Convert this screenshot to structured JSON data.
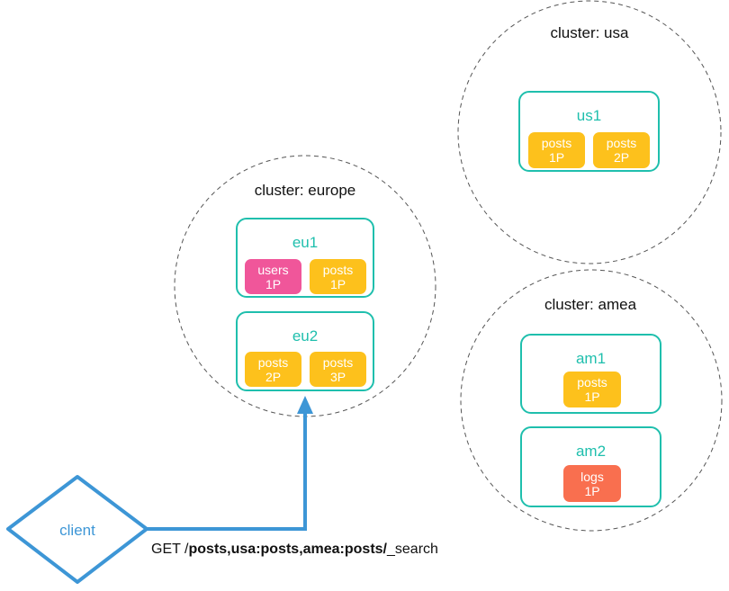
{
  "colors": {
    "node_border": "#1fbfad",
    "node_title": "#1fbfad",
    "shard_posts": "#fdc11c",
    "shard_users": "#f0569a",
    "shard_logs": "#f96f4f",
    "arrow": "#3d96d6",
    "cluster_border": "#555555"
  },
  "clusters": [
    {
      "label": "cluster: europe",
      "nodes": [
        {
          "name": "eu1",
          "shards": [
            {
              "index": "users",
              "shard": "1P",
              "color": "#f0569a"
            },
            {
              "index": "posts",
              "shard": "1P",
              "color": "#fdc11c"
            }
          ]
        },
        {
          "name": "eu2",
          "shards": [
            {
              "index": "posts",
              "shard": "2P",
              "color": "#fdc11c"
            },
            {
              "index": "posts",
              "shard": "3P",
              "color": "#fdc11c"
            }
          ]
        }
      ]
    },
    {
      "label": "cluster: usa",
      "nodes": [
        {
          "name": "us1",
          "shards": [
            {
              "index": "posts",
              "shard": "1P",
              "color": "#fdc11c"
            },
            {
              "index": "posts",
              "shard": "2P",
              "color": "#fdc11c"
            }
          ]
        }
      ]
    },
    {
      "label": "cluster: amea",
      "nodes": [
        {
          "name": "am1",
          "shards": [
            {
              "index": "posts",
              "shard": "1P",
              "color": "#fdc11c"
            }
          ]
        },
        {
          "name": "am2",
          "shards": [
            {
              "index": "logs",
              "shard": "1P",
              "color": "#f96f4f"
            }
          ]
        }
      ]
    }
  ],
  "client": {
    "label": "client"
  },
  "request": {
    "prefix": "GET /",
    "indices": "posts,usa:posts,amea:posts/",
    "suffix": "_search"
  }
}
